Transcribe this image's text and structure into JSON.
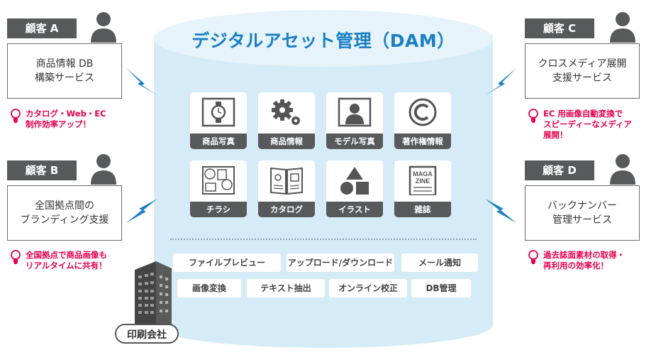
{
  "title": "デジタルアセット管理（DAM）",
  "assets": [
    {
      "label": "商品写真",
      "icon": "watch-photo-icon"
    },
    {
      "label": "商品情報",
      "icon": "gears-icon"
    },
    {
      "label": "モデル写真",
      "icon": "person-photo-icon"
    },
    {
      "label": "著作権情報",
      "icon": "copyright-icon"
    },
    {
      "label": "チラシ",
      "icon": "flyer-icon"
    },
    {
      "label": "カタログ",
      "icon": "catalog-book-icon"
    },
    {
      "label": "イラスト",
      "icon": "shapes-icon"
    },
    {
      "label": "雑誌",
      "icon": "magazine-icon"
    }
  ],
  "magazine_cover_text": [
    "MAGA",
    "ZINE"
  ],
  "features": [
    "ファイルプレビュー",
    "アップロード/ダウンロード",
    "メール通知",
    "画像変換",
    "テキスト抽出",
    "オンライン校正",
    "DB管理"
  ],
  "customers": [
    {
      "name": "顧客 A",
      "service": [
        "商品情報 DB",
        "構築サービス"
      ],
      "benefit": [
        "カタログ・Web・EC",
        "制作効率アップ！"
      ]
    },
    {
      "name": "顧客 B",
      "service": [
        "全国拠点間の",
        "ブランディング支援"
      ],
      "benefit": [
        "全国拠点で商品画像も",
        "リアルタイムに共有！"
      ]
    },
    {
      "name": "顧客 C",
      "service": [
        "クロスメディア展開",
        "支援サービス"
      ],
      "benefit": [
        "EC 用画像自動変換で",
        "スピーディーなメディア",
        "展開！"
      ]
    },
    {
      "name": "顧客 D",
      "service": [
        "バックナンバー",
        "管理サービス"
      ],
      "benefit": [
        "過去誌面素材の取得・",
        "再利用の効率化！"
      ]
    }
  ],
  "printing_company": "印刷会社",
  "colors": {
    "title": "#1a80c4",
    "accent": "#e6004c",
    "dark": "#58595b",
    "cylinder": "#d6ebf8"
  }
}
